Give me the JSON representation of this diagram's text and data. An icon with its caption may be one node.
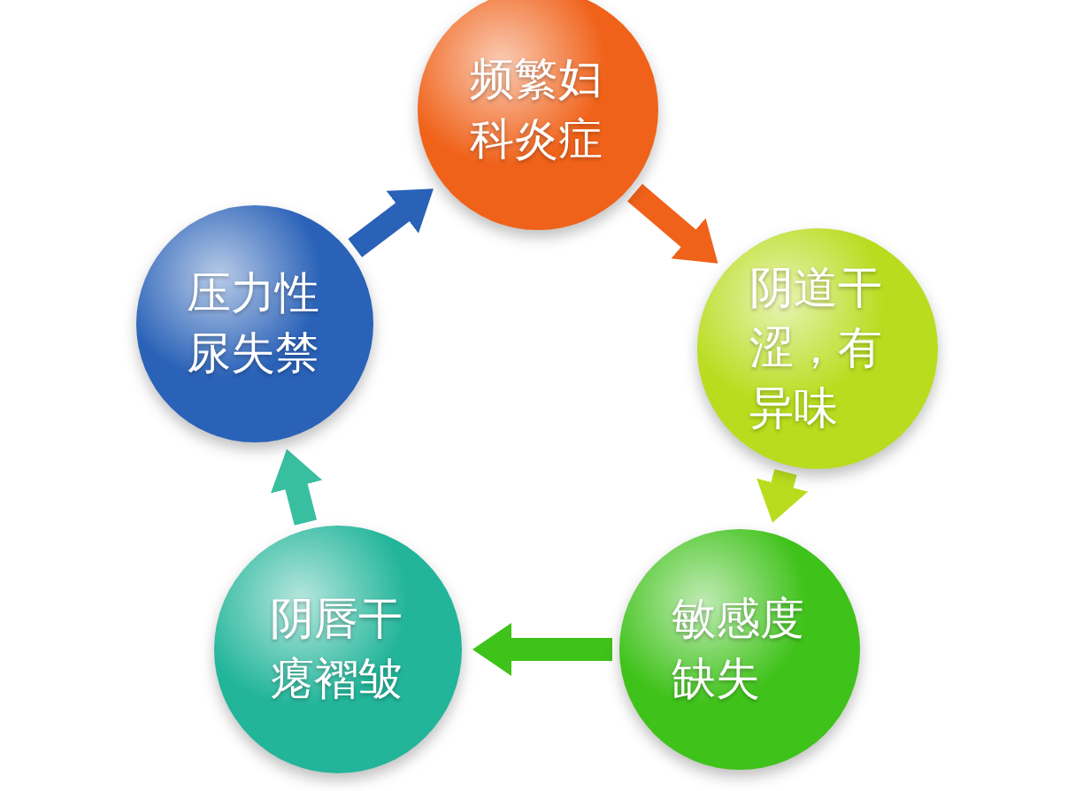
{
  "diagram": {
    "nodes": [
      {
        "text": [
          "频繁妇科炎症"
        ]
      },
      {
        "text": [
          "阴道干涩，有异味"
        ]
      },
      {
        "text": [
          "敏感度缺失"
        ]
      },
      {
        "text": [
          "阴唇干瘪褶皱"
        ]
      },
      {
        "text": [
          "压力性尿失禁"
        ]
      }
    ],
    "edges": [
      {
        "from": 0,
        "to": 1,
        "arrow": "to",
        "color": "#f0621a"
      },
      {
        "from": 1,
        "to": 2,
        "arrow": "to",
        "color": "#b9dc1e"
      },
      {
        "from": 2,
        "to": 3,
        "arrow": "to",
        "color": "#3fc21a"
      },
      {
        "from": 3,
        "to": 4,
        "arrow": "to",
        "color": "#38bfa0"
      },
      {
        "from": 4,
        "to": 0,
        "arrow": "to",
        "color": "#2a62b8"
      }
    ]
  }
}
